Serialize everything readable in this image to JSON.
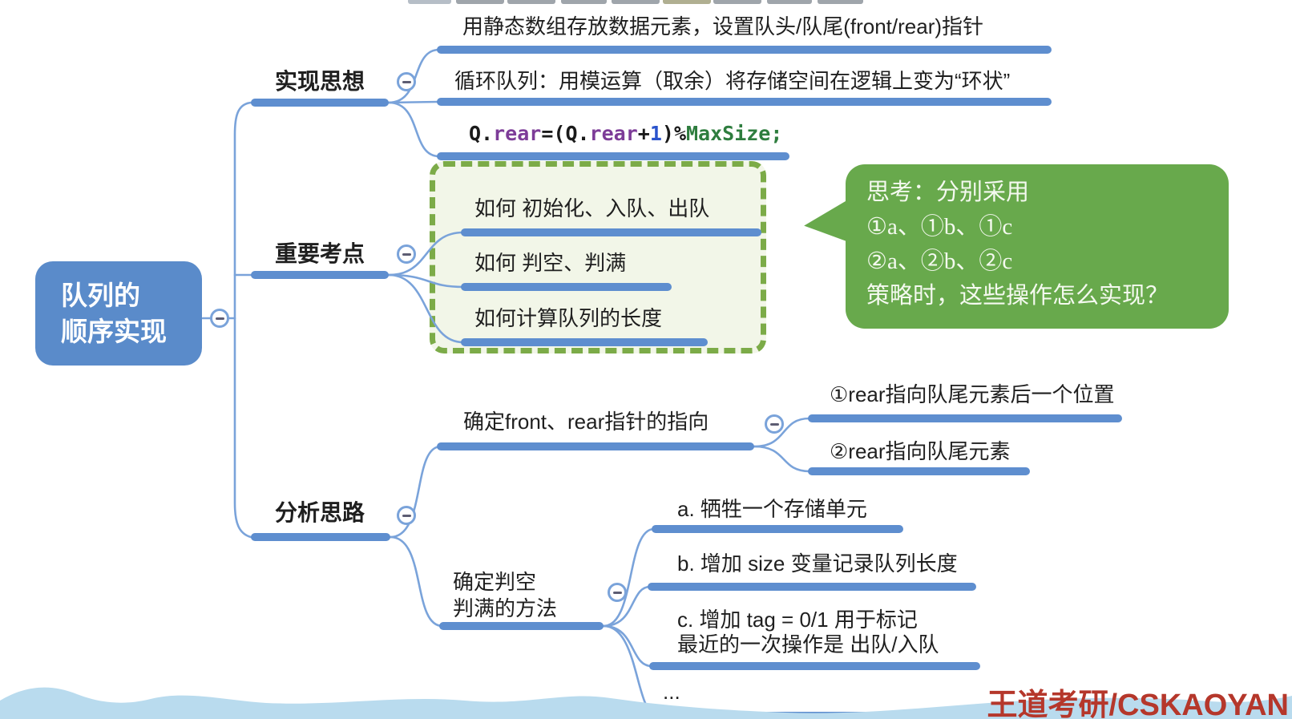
{
  "root": {
    "line1": "队列的",
    "line2": "顺序实现"
  },
  "branches": {
    "impl": {
      "label": "实现思想",
      "children": {
        "c1": "用静态数组存放数据元素，设置队头/队尾(front/rear)指针",
        "c2": "循环队列：用模运算（取余）将存储空间在逻辑上变为“环状”",
        "code": {
          "t1": "Q.",
          "t2": "rear",
          "t3": "=(",
          "t4": "Q.",
          "t5": "rear",
          "t6": "+",
          "t7": "1",
          "t8": ")%",
          "t9": "MaxSize",
          "t10": ";"
        }
      }
    },
    "keypoints": {
      "label": "重要考点",
      "children": {
        "c1": "如何 初始化、入队、出队",
        "c2": "如何 判空、判满",
        "c3": "如何计算队列的长度"
      }
    },
    "analysis": {
      "label": "分析思路",
      "children": {
        "pointers": {
          "label": "确定front、rear指针的指向",
          "children": {
            "c1": "①rear指向队尾元素后一个位置",
            "c2": "②rear指向队尾元素"
          }
        },
        "emptyfull": {
          "label_line1": "确定判空",
          "label_line2": "判满的方法",
          "children": {
            "a": "a. 牺牲一个存储单元",
            "b": "b. 增加 size 变量记录队列长度",
            "c_line1": "c. 增加 tag = 0/1 用于标记",
            "c_line2": "最近的一次操作是 出队/入队",
            "more": "..."
          }
        }
      }
    }
  },
  "bubble": {
    "line1": "思考：分别采用",
    "line2": "①a、①b、①c",
    "line3": "②a、②b、②c",
    "line4": "策略时，这些操作怎么实现？"
  },
  "watermark": "王道考研/CSKAOYAN",
  "colors": {
    "node_blue": "#5a8bca",
    "connector_blue": "#7aa3da",
    "bar_blue": "#5e8ecf",
    "bubble_green": "#68a94c",
    "dotted_border_green": "#7cab48",
    "dotted_fill_green": "#edf3e0",
    "watermark_red": "#b5372b",
    "code_field_purple": "#7d3c98",
    "code_number_blue": "#2a53cc",
    "code_macro_green": "#2e7d3e",
    "wave_light_blue": "#b9dbee"
  }
}
